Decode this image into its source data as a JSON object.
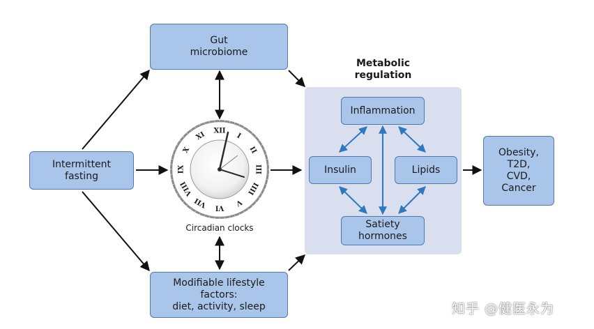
{
  "nodes": {
    "intermittent_fasting": "Intermittent\nfasting",
    "gut_microbiome": "Gut\nmicrobiome",
    "modifiable_factors": "Modifiable lifestyle\nfactors:\ndiet, activity, sleep",
    "inflammation": "Inflammation",
    "insulin": "Insulin",
    "lipids": "Lipids",
    "satiety_hormones": "Satiety\nhormones",
    "outcomes": "Obesity,\nT2D,\nCVD,\nCancer"
  },
  "metabolic_heading": "Metabolic\nregulation",
  "clock": {
    "caption": "Circadian clocks",
    "numerals": [
      "XII",
      "I",
      "II",
      "III",
      "IIII",
      "V",
      "VI",
      "VII",
      "VIII",
      "IX",
      "X",
      "XI"
    ]
  },
  "watermark": "知乎 @健医永为",
  "colors": {
    "box_fill": "#a9c6ea",
    "box_border": "#4f79b0",
    "panel_fill": "#d9dfee",
    "arrow_black": "#111111",
    "arrow_blue": "#2f78c0"
  }
}
